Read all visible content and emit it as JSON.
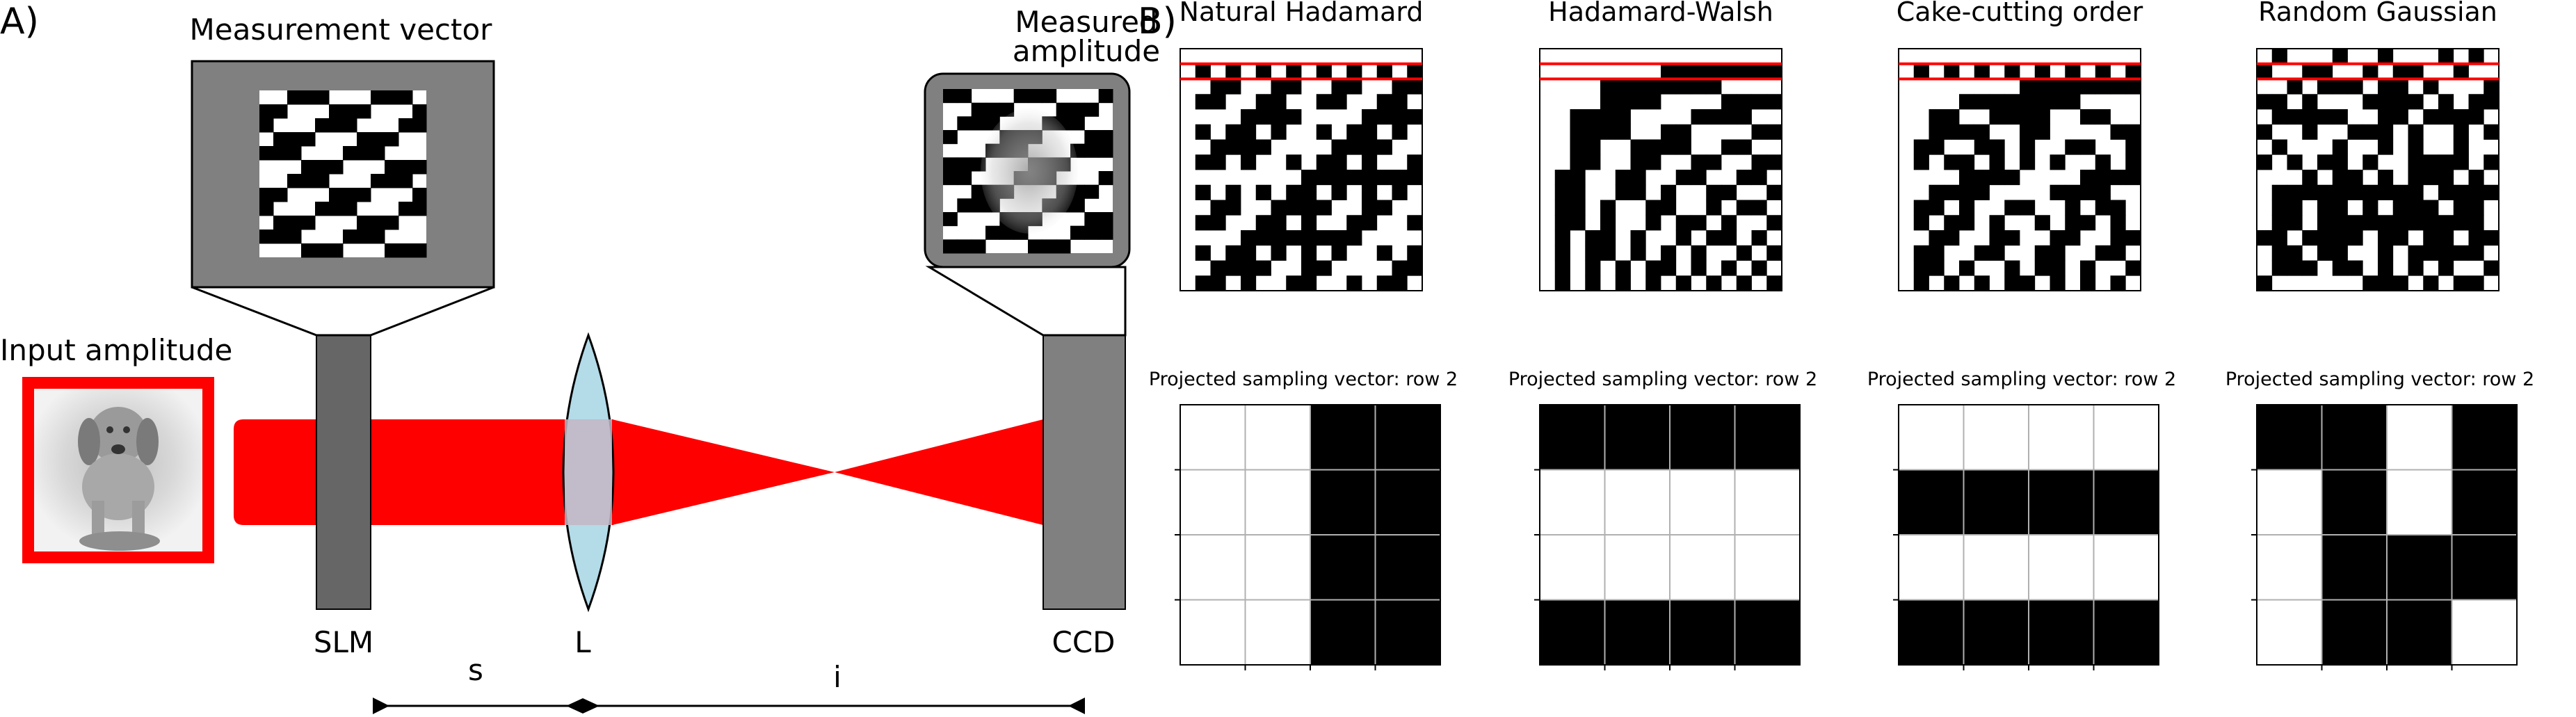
{
  "panel_a": {
    "label": "A)",
    "input_label": "Input amplitude",
    "slm_inset_title": "Measurement vector",
    "ccd_inset_title_1": "Measured",
    "ccd_inset_title_2": "amplitude",
    "slm_label": "SLM",
    "lens_label": "L",
    "ccd_label": "CCD",
    "distance_s": "s",
    "distance_i": "i",
    "beam_color": "#ff0000",
    "slm_color": "#666666",
    "ccd_color": "#808080",
    "lens_color": "#add8e6"
  },
  "panel_b": {
    "label": "B)",
    "sub_title": "Projected sampling vector: row 2",
    "highlight_color": "#ff0000",
    "columns": [
      {
        "title": "Natural Hadamard",
        "matrix": [
          "1111111111111111",
          "1010101010101010",
          "1100110011001100",
          "1001100110011001",
          "1111000011110000",
          "1010010110100101",
          "1100001111000011",
          "1001011010010110",
          "1111111100000000",
          "1010101001010101",
          "1100110000110011",
          "1001100101100110",
          "1111000000001111",
          "1010010101011010",
          "1100001100111100",
          "1001011001101001"
        ],
        "projection": [
          "0011",
          "0011",
          "0011",
          "0011"
        ]
      },
      {
        "title": "Hadamard-Walsh",
        "matrix": [
          "1111111111111111",
          "1111111100000000",
          "1111000000001111",
          "1111000011110000",
          "1100001111000011",
          "1100001100111100",
          "1100110000110011",
          "1100110011001100",
          "1001100110011001",
          "1001100101100110",
          "1001011001101001",
          "1001011010010110",
          "1010010110100101",
          "1010010101011010",
          "1010101001010101",
          "1010101010101010"
        ],
        "projection": [
          "1111",
          "0000",
          "0000",
          "1111"
        ]
      },
      {
        "title": "Cake-cutting order",
        "matrix": [
          "1111111111111111",
          "1010101010101010",
          "1111111100000000",
          "1111000000001111",
          "1100110000110011",
          "1100001100111100",
          "1001100101100110",
          "1010010101011010",
          "1111000011110000",
          "1100001111000011",
          "1001011001101001",
          "1010010110100101",
          "1100110011001100",
          "1001100110011001",
          "1001011010010110",
          "1010101001010101"
        ],
        "projection": [
          "0000",
          "1111",
          "0000",
          "1111"
        ]
      },
      {
        "title": "Random Gaussian",
        "matrix": [
          "1011101101110101",
          "0110011010011011",
          "1101000100101110",
          "0010111000010100",
          "1000001100100001",
          "0110110001011010",
          "1011101101011011",
          "0101001011000010",
          "1110100101000101",
          "1000000000010000",
          "1001001010001001",
          "1001000000000001",
          "0010000100100100",
          "1001001101000001",
          "1000100101010110",
          "0111111000101001"
        ],
        "projection": [
          "1101",
          "0101",
          "0111",
          "0110"
        ]
      }
    ]
  }
}
